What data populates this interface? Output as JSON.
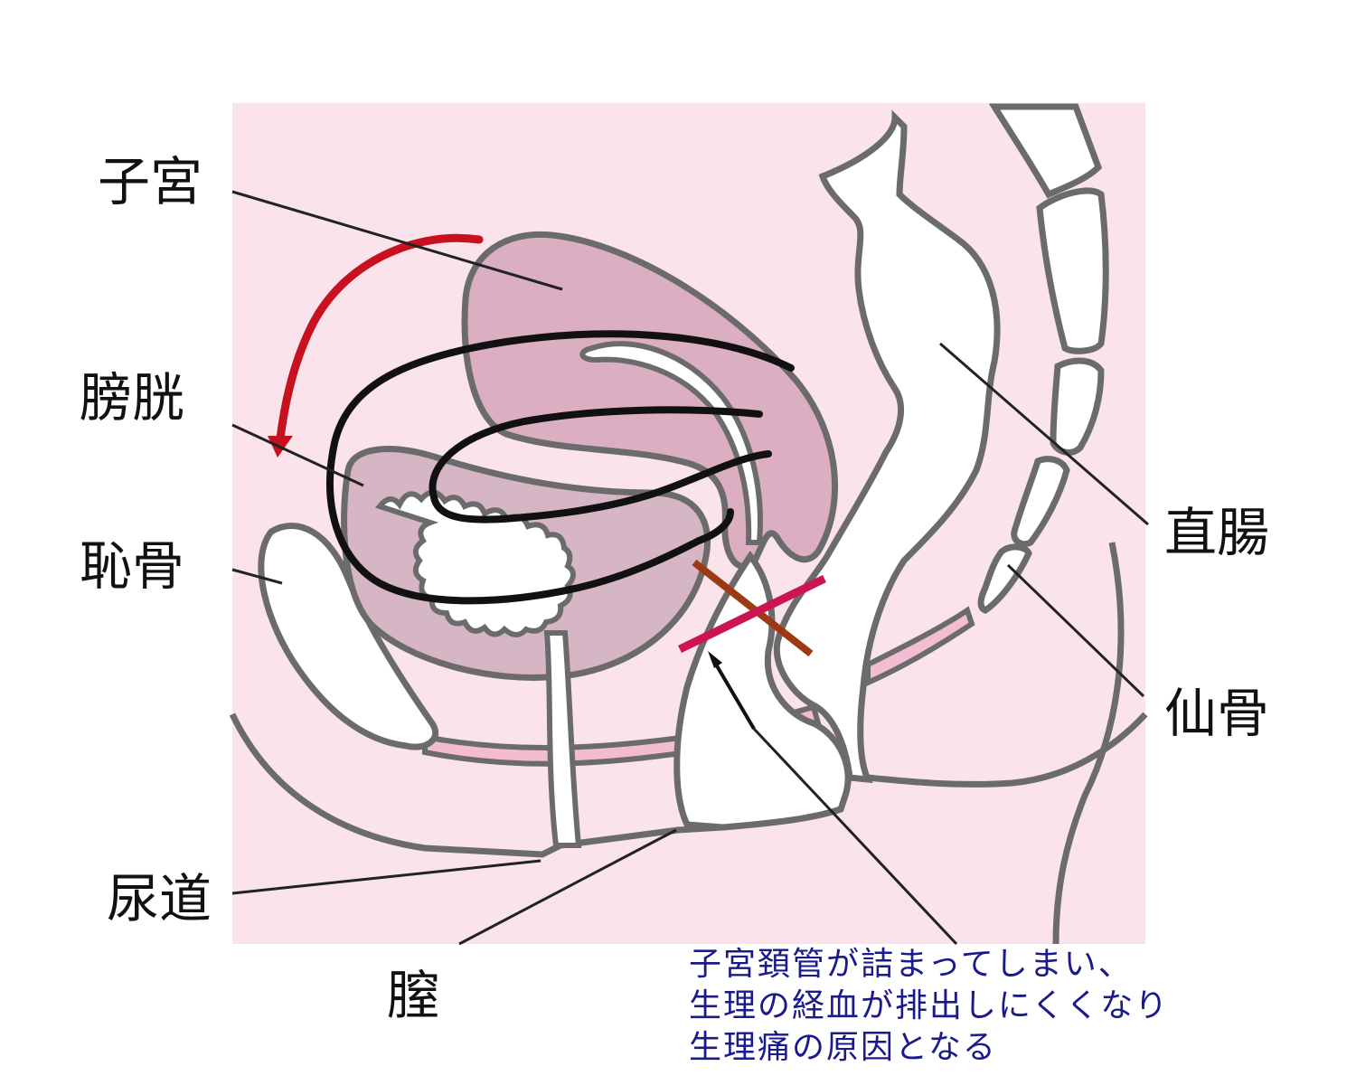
{
  "labels": {
    "uterus": "子宮",
    "bladder": "膀胱",
    "pubic_bone": "恥骨",
    "urethra": "尿道",
    "vagina": "膣",
    "rectum": "直腸",
    "sacrum": "仙骨"
  },
  "note": {
    "line1": "子宮頚管が詰まってしまい、",
    "line2": "生理の経血が排出しにくくなり",
    "line3": "生理痛の原因となる"
  },
  "colors": {
    "background": "#fbe3ec",
    "uterus": "#dcaec2",
    "bladder": "#d6b6c4",
    "outline": "#6b6b6b",
    "red_arrow": "#c8101e",
    "crimson_bar": "#cc1550",
    "brown_bar": "#9c3a14",
    "note_text": "#1a1a8c"
  }
}
